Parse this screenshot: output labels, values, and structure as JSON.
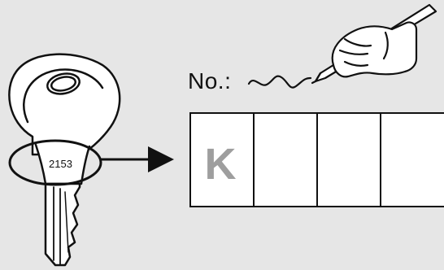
{
  "labels": {
    "number_prefix": "No.:",
    "key_number": "2153"
  },
  "code_boxes": [
    {
      "letter": "K"
    },
    {
      "letter": ""
    },
    {
      "letter": ""
    },
    {
      "letter": ""
    }
  ],
  "colors": {
    "background": "#e6e6e6",
    "stroke": "#111111",
    "box_fill": "#ffffff",
    "letter": "#9e9e9e"
  },
  "icons": [
    "key-icon",
    "hand-writing-pen-icon",
    "arrow-right-icon",
    "magnifier-ellipse-icon"
  ]
}
